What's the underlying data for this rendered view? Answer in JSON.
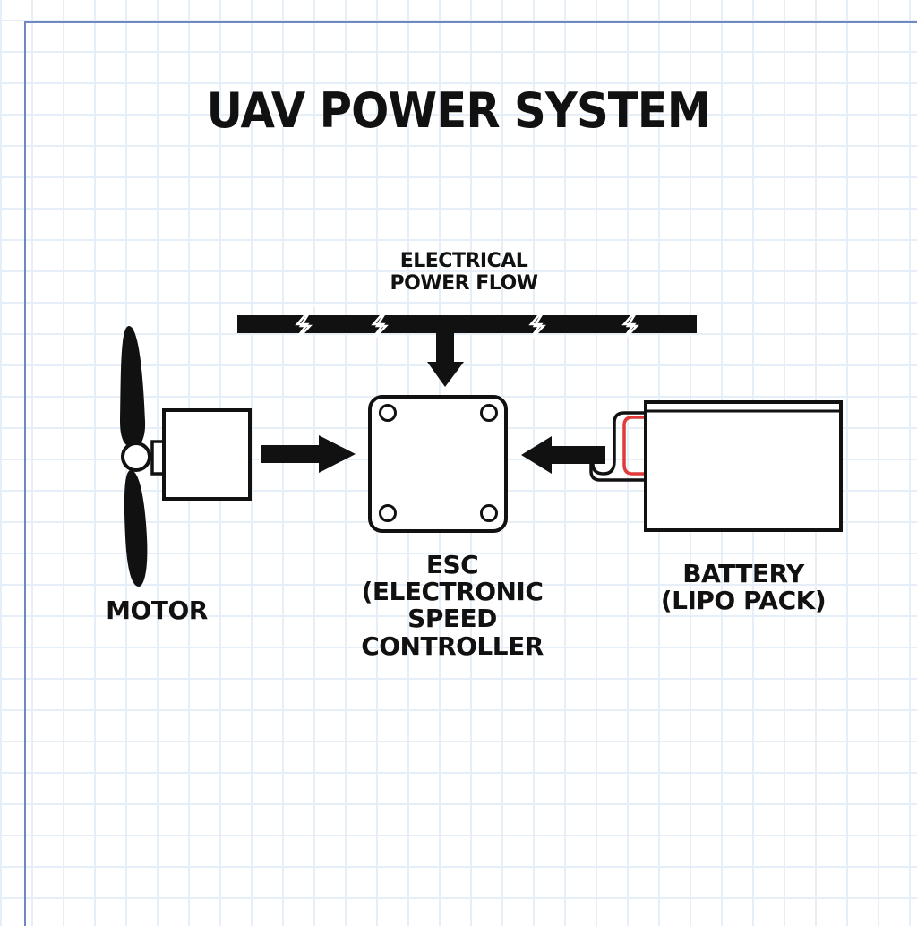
{
  "title": "UAV POWER SYSTEM",
  "power_flow_label": [
    "ELECTRICAL",
    "POWER FLOW"
  ],
  "components": {
    "motor": {
      "label": "MOTOR"
    },
    "esc": {
      "label": [
        "ESC",
        "(ELECTRONIC",
        "SPEED",
        "CONTROLLER"
      ]
    },
    "battery": {
      "label": [
        "BATTERY",
        "(LIPO PACK)"
      ]
    }
  },
  "flows": [
    {
      "from": "power-bus",
      "to": "esc",
      "direction": "down"
    },
    {
      "from": "motor",
      "to": "esc",
      "direction": "right"
    },
    {
      "from": "battery",
      "to": "esc",
      "direction": "left"
    }
  ],
  "colors": {
    "ink": "#111111",
    "frame": "#7088c0",
    "grid": "#e6eff8",
    "battery_lead": "#e03a3a"
  }
}
